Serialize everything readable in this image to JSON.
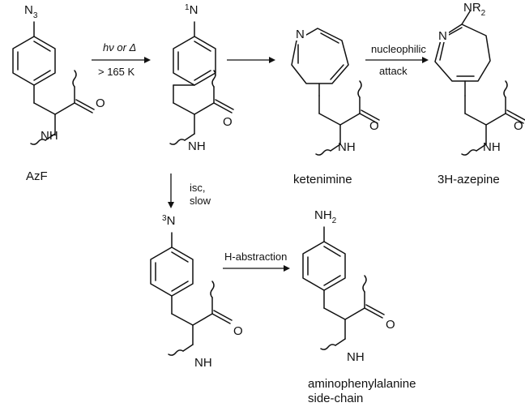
{
  "structures": {
    "azf": {
      "top_group": "N",
      "top_group_sub": "3",
      "carbonyl": "O",
      "amine": "NH",
      "caption": "AzF"
    },
    "nitrene_singlet": {
      "top_group": "N",
      "top_group_sup": "1",
      "carbonyl": "O",
      "amine": "NH"
    },
    "ketenimine": {
      "ring_n": "N",
      "carbonyl": "O",
      "amine": "NH",
      "caption": "ketenimine"
    },
    "azepine": {
      "ring_n": "N",
      "substituent": "NR",
      "substituent_sub": "2",
      "carbonyl": "O",
      "amine": "NH",
      "caption": "3H-azepine"
    },
    "nitrene_triplet": {
      "top_group": "N",
      "top_group_sup": "3",
      "carbonyl": "O",
      "amine": "NH"
    },
    "aminophenylalanine": {
      "top_group": "NH",
      "top_group_sub": "2",
      "carbonyl": "O",
      "amine": "NH",
      "caption_line1": "aminophenylalanine",
      "caption_line2": "side-chain"
    }
  },
  "arrows": {
    "activation": {
      "above_hv": "hν",
      "above_or": " or ",
      "above_delta": "Δ",
      "below": "> 165 K"
    },
    "ring_expansion": {},
    "nucleophilic": {
      "above": "nucleophilic",
      "below": "attack"
    },
    "isc": {
      "line1": "isc,",
      "line2": "slow"
    },
    "h_abstraction": {
      "above": "H-abstraction"
    }
  }
}
